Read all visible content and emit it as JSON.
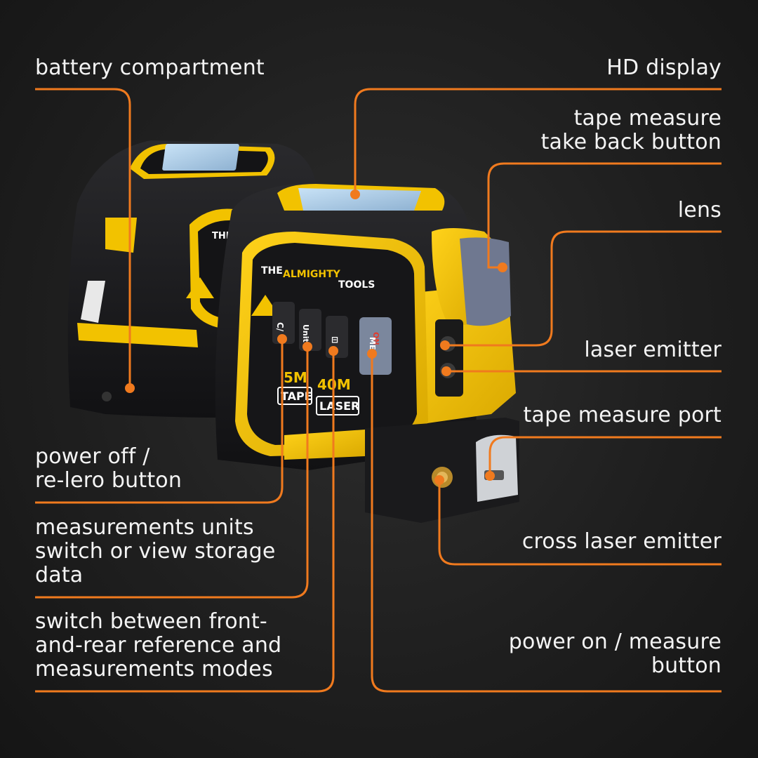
{
  "colors": {
    "background": "#1f1f1f",
    "callout_line": "#f07a1e",
    "device_yellow": "#f2c200",
    "device_black": "#1b1b1d",
    "display_blue": "#a9c9e6"
  },
  "device": {
    "brand_the": "THE",
    "brand_almighty": "ALMIGHTY",
    "brand_tools": "TOOLS",
    "brand_small": "THE",
    "button_c": "C/",
    "button_unit": "Unit",
    "button_ref": "⊟",
    "button_measure_on": "ON",
    "button_measure": "MEA",
    "spec_tape_length": "5M",
    "spec_laser_length": "40M",
    "spec_tape": "TAPE",
    "spec_laser": "LASER"
  },
  "labels": {
    "battery_compartment": "battery compartment",
    "power_off": "power off /\nre-lero button",
    "measurement_units": "measurements units\nswitch or view storage\ndata",
    "switch_modes": "switch between front-\nand-rear reference and\nmeasurements modes",
    "hd_display": "HD display",
    "take_back_button": "tape measure\ntake back button",
    "lens": "lens",
    "laser_emitter": "laser emitter",
    "tape_port": "tape measure port",
    "cross_laser": "cross laser emitter",
    "power_on": "power on / measure\nbutton"
  }
}
